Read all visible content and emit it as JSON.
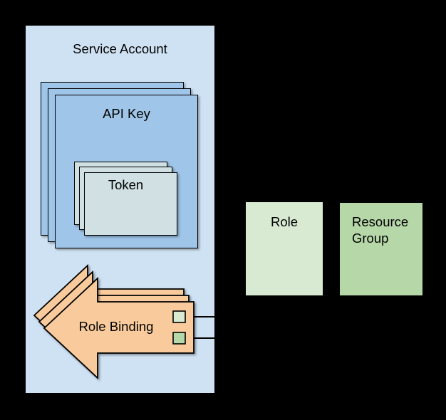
{
  "diagram": {
    "title_hint": "Service account RBAC diagram",
    "service_account": {
      "label": "Service Account",
      "fill": "#cfe2f3"
    },
    "api_key": {
      "label": "API Key",
      "fill": "#9fc5e8",
      "stack_count": 3
    },
    "token": {
      "label": "Token",
      "fill": "#d0e0e3",
      "stack_count": 3
    },
    "role_binding": {
      "label": "Role Binding",
      "fill": "#f9cb9c",
      "stack_count": 3,
      "ports": [
        {
          "name": "role-port",
          "fill": "#d9ead3"
        },
        {
          "name": "resource-group-port",
          "fill": "#b6d7a8"
        }
      ]
    },
    "role": {
      "label": "Role",
      "fill": "#d9ead3"
    },
    "resource_group": {
      "label": "Resource Group",
      "lines": {
        "0": "Resource",
        "1": "Group"
      },
      "fill": "#b6d7a8"
    },
    "colors": {
      "background": "#000000",
      "stroke": "#000000",
      "connector": "#000000"
    }
  }
}
